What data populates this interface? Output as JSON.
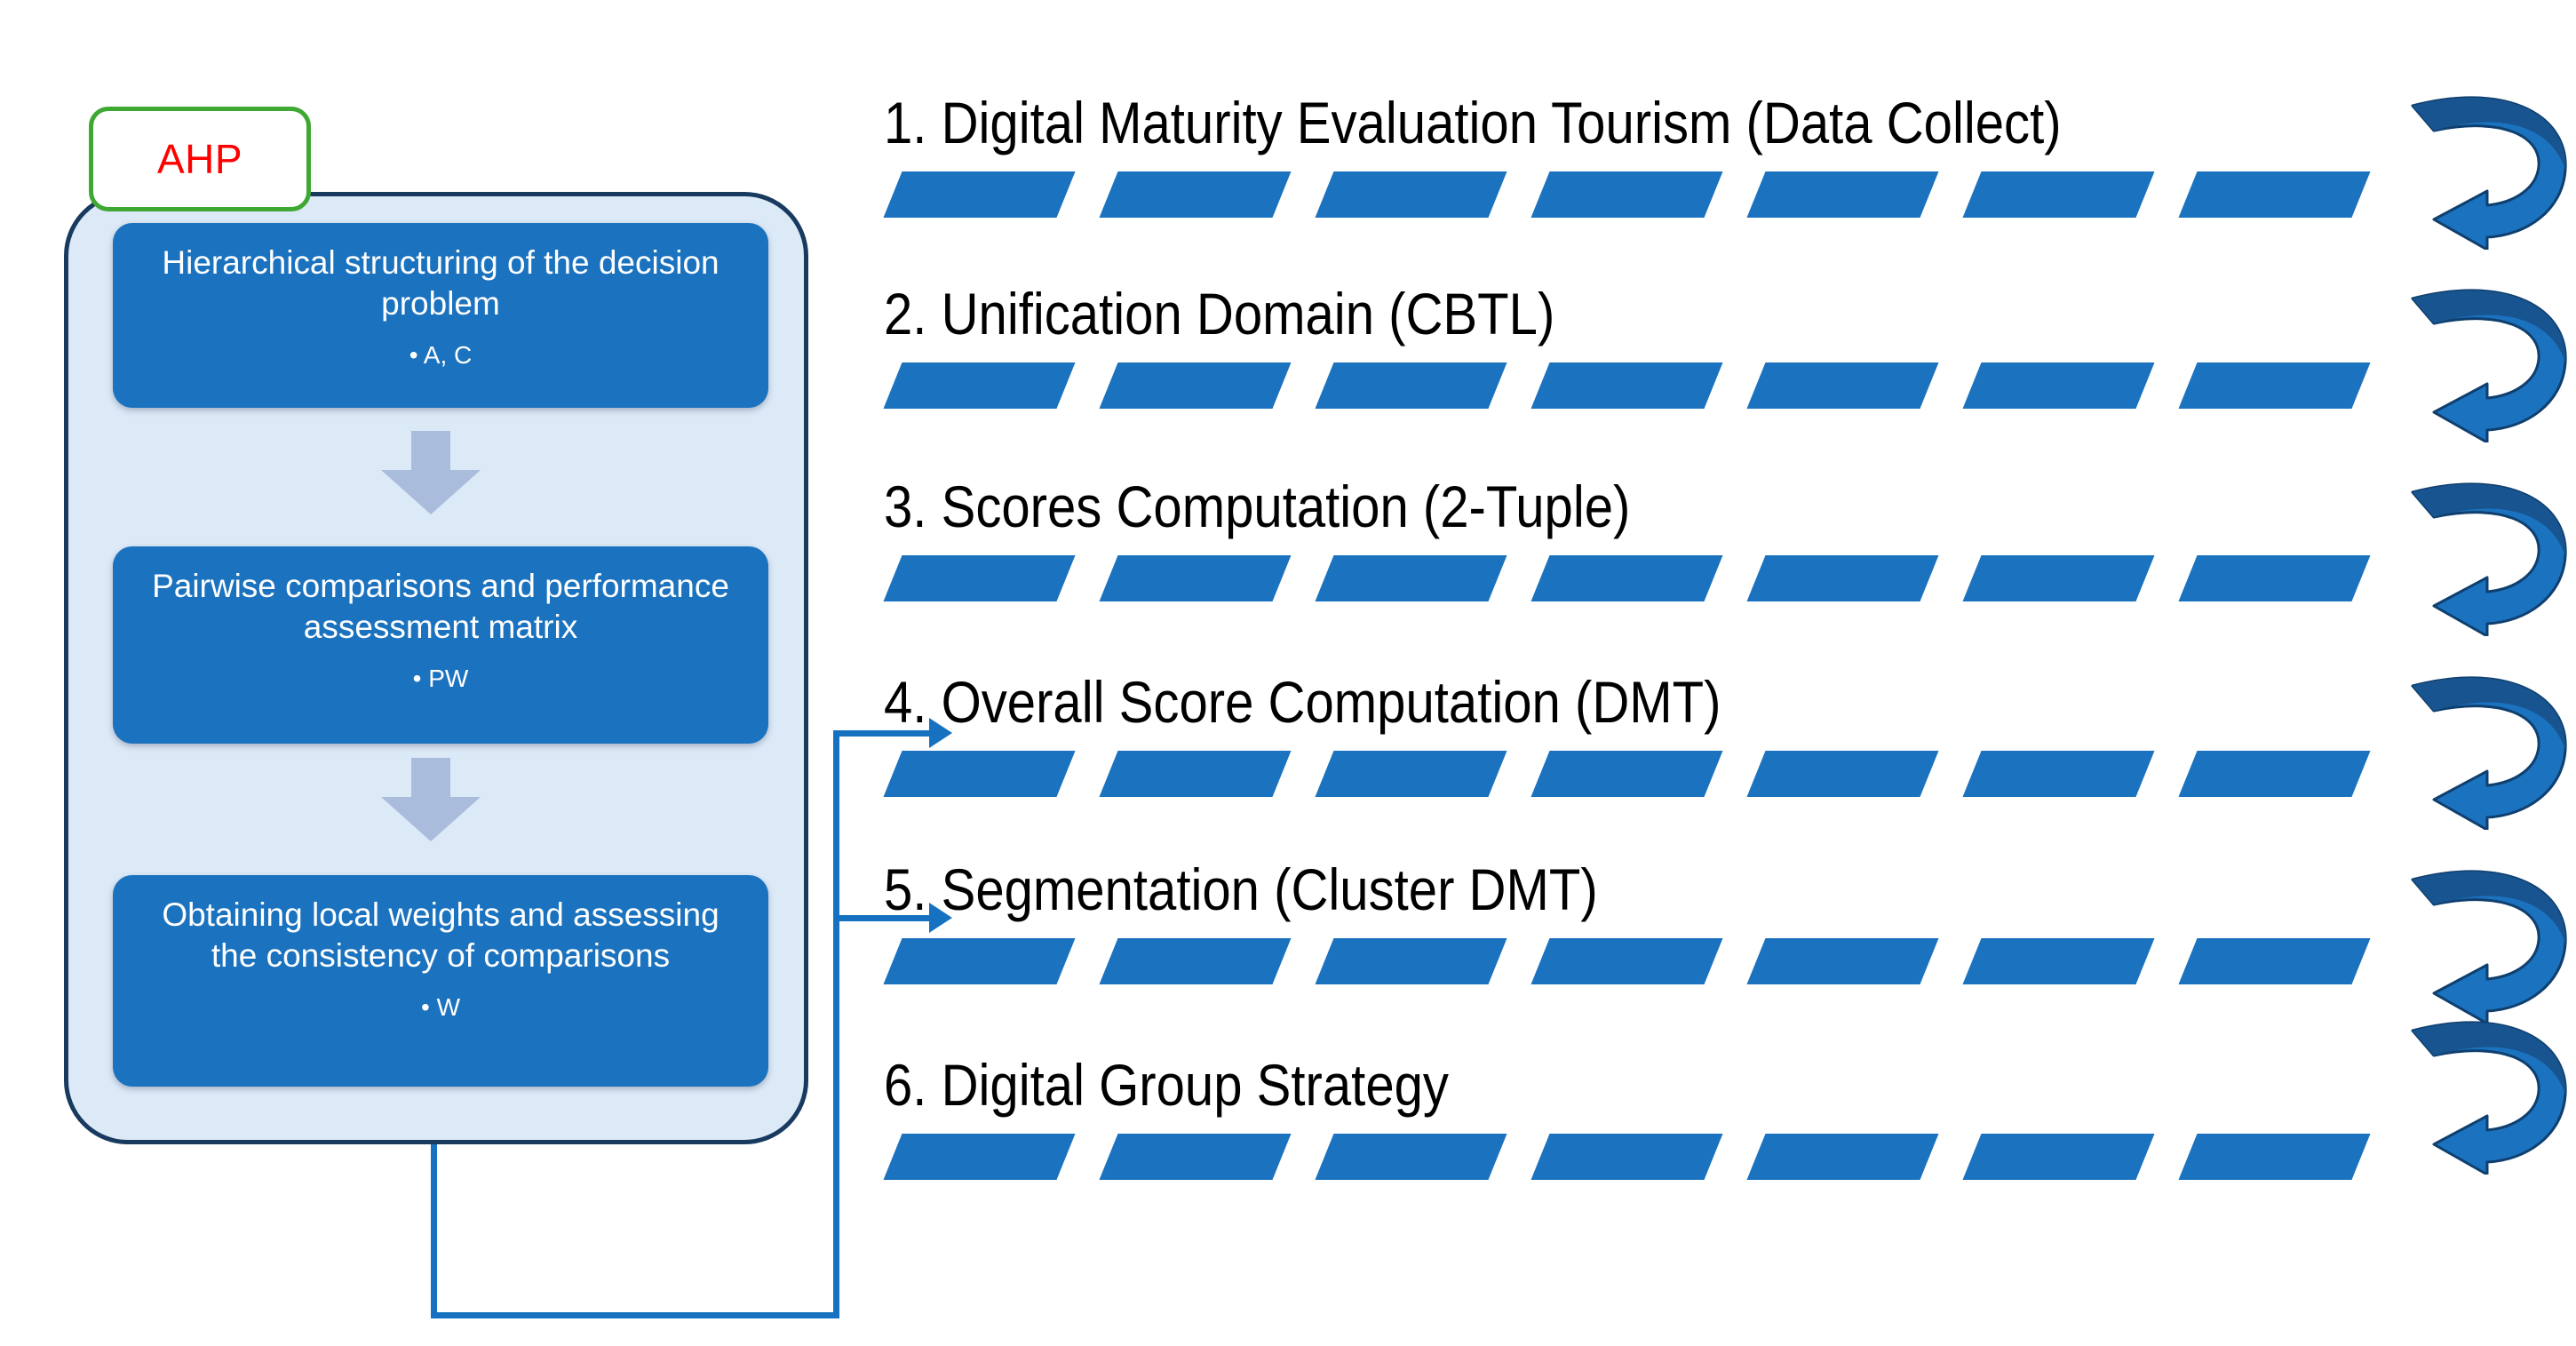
{
  "diagram": {
    "title": "AHP-based Digital Maturity Evaluation methodology",
    "colors": {
      "primary_blue": "#1B72BE",
      "panel_fill": "#DCE9F7",
      "panel_border": "#173A5E",
      "badge_border": "#3EA832",
      "badge_text": "#FF0000",
      "arrow_grey": "#A9BCDC",
      "connector_blue": "#1672C0",
      "loop_arrow_dark": "#18548F",
      "loop_arrow_light": "#1B72BE"
    }
  },
  "ahp_panel": {
    "badge_label": "AHP",
    "steps": [
      {
        "title": "Hierarchical structuring of the decision problem",
        "bullet": "• A, C"
      },
      {
        "title": "Pairwise comparisons and performance assessment matrix",
        "bullet": "• PW"
      },
      {
        "title": "Obtaining local weights and assessing the consistency of comparisons",
        "bullet": "• W"
      }
    ],
    "flow_arrow_icon": "down-arrow-icon"
  },
  "process": {
    "dashes_per_row": 7,
    "steps": [
      {
        "number": "1.",
        "label": "1. Digital Maturity Evaluation Tourism (Data Collect)",
        "has_incoming_arrow": false
      },
      {
        "number": "2.",
        "label": "2. Unification Domain (CBTL)",
        "has_incoming_arrow": false
      },
      {
        "number": "3.",
        "label": "3. Scores Computation (2-Tuple)",
        "has_incoming_arrow": false
      },
      {
        "number": "4.",
        "label": "4. Overall Score Computation (DMT)",
        "has_incoming_arrow": true
      },
      {
        "number": "5.",
        "label": "5. Segmentation (Cluster DMT)",
        "has_incoming_arrow": true
      },
      {
        "number": "6.",
        "label": "6. Digital Group Strategy",
        "has_incoming_arrow": false
      }
    ]
  },
  "loop_arrows": {
    "count": 6,
    "icon": "curved-loop-arrow-icon",
    "direction": "leftward-u-turn"
  }
}
